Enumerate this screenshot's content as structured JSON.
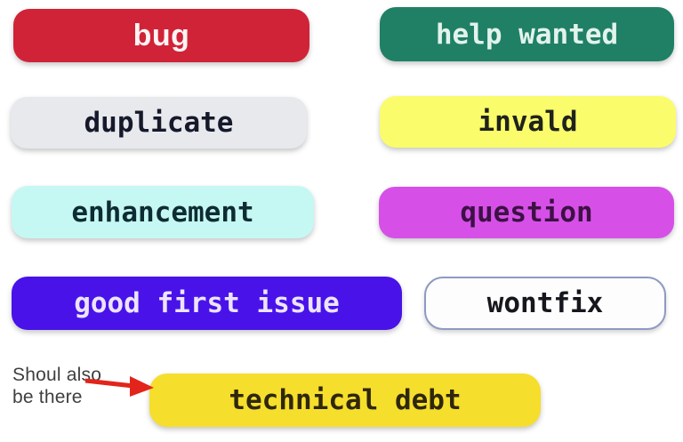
{
  "labels": [
    {
      "id": "bug",
      "text": "bug",
      "bg_color": "#d02338",
      "text_color": "#fef4f3"
    },
    {
      "id": "help-wanted",
      "text": "help wanted",
      "bg_color": "#1f8066",
      "text_color": "#e3f3ec"
    },
    {
      "id": "duplicate",
      "text": "duplicate",
      "bg_color": "#e7e9ed",
      "text_color": "#15192a"
    },
    {
      "id": "invald",
      "text": "invald",
      "bg_color": "#fafc6c",
      "text_color": "#20221c"
    },
    {
      "id": "enhancement",
      "text": "enhancement",
      "bg_color": "#c6f8f3",
      "text_color": "#0e2c33"
    },
    {
      "id": "question",
      "text": "question",
      "bg_color": "#d650e8",
      "text_color": "#3d1144"
    },
    {
      "id": "good-first-issue",
      "text": "good first issue",
      "bg_color": "#4912e9",
      "text_color": "#ece4ff"
    },
    {
      "id": "wontfix",
      "text": "wontfix",
      "bg_color": "#fdfdfe",
      "text_color": "#15171c",
      "border_color": "#8d9ac3"
    },
    {
      "id": "technical-debt",
      "text": "technical debt",
      "bg_color": "#f6de2c",
      "text_color": "#2f270c"
    }
  ],
  "annotation": {
    "line1": "Shoul also",
    "line2": "be there",
    "text_color": "#3f3f3f",
    "arrow_color": "#e3241b"
  }
}
